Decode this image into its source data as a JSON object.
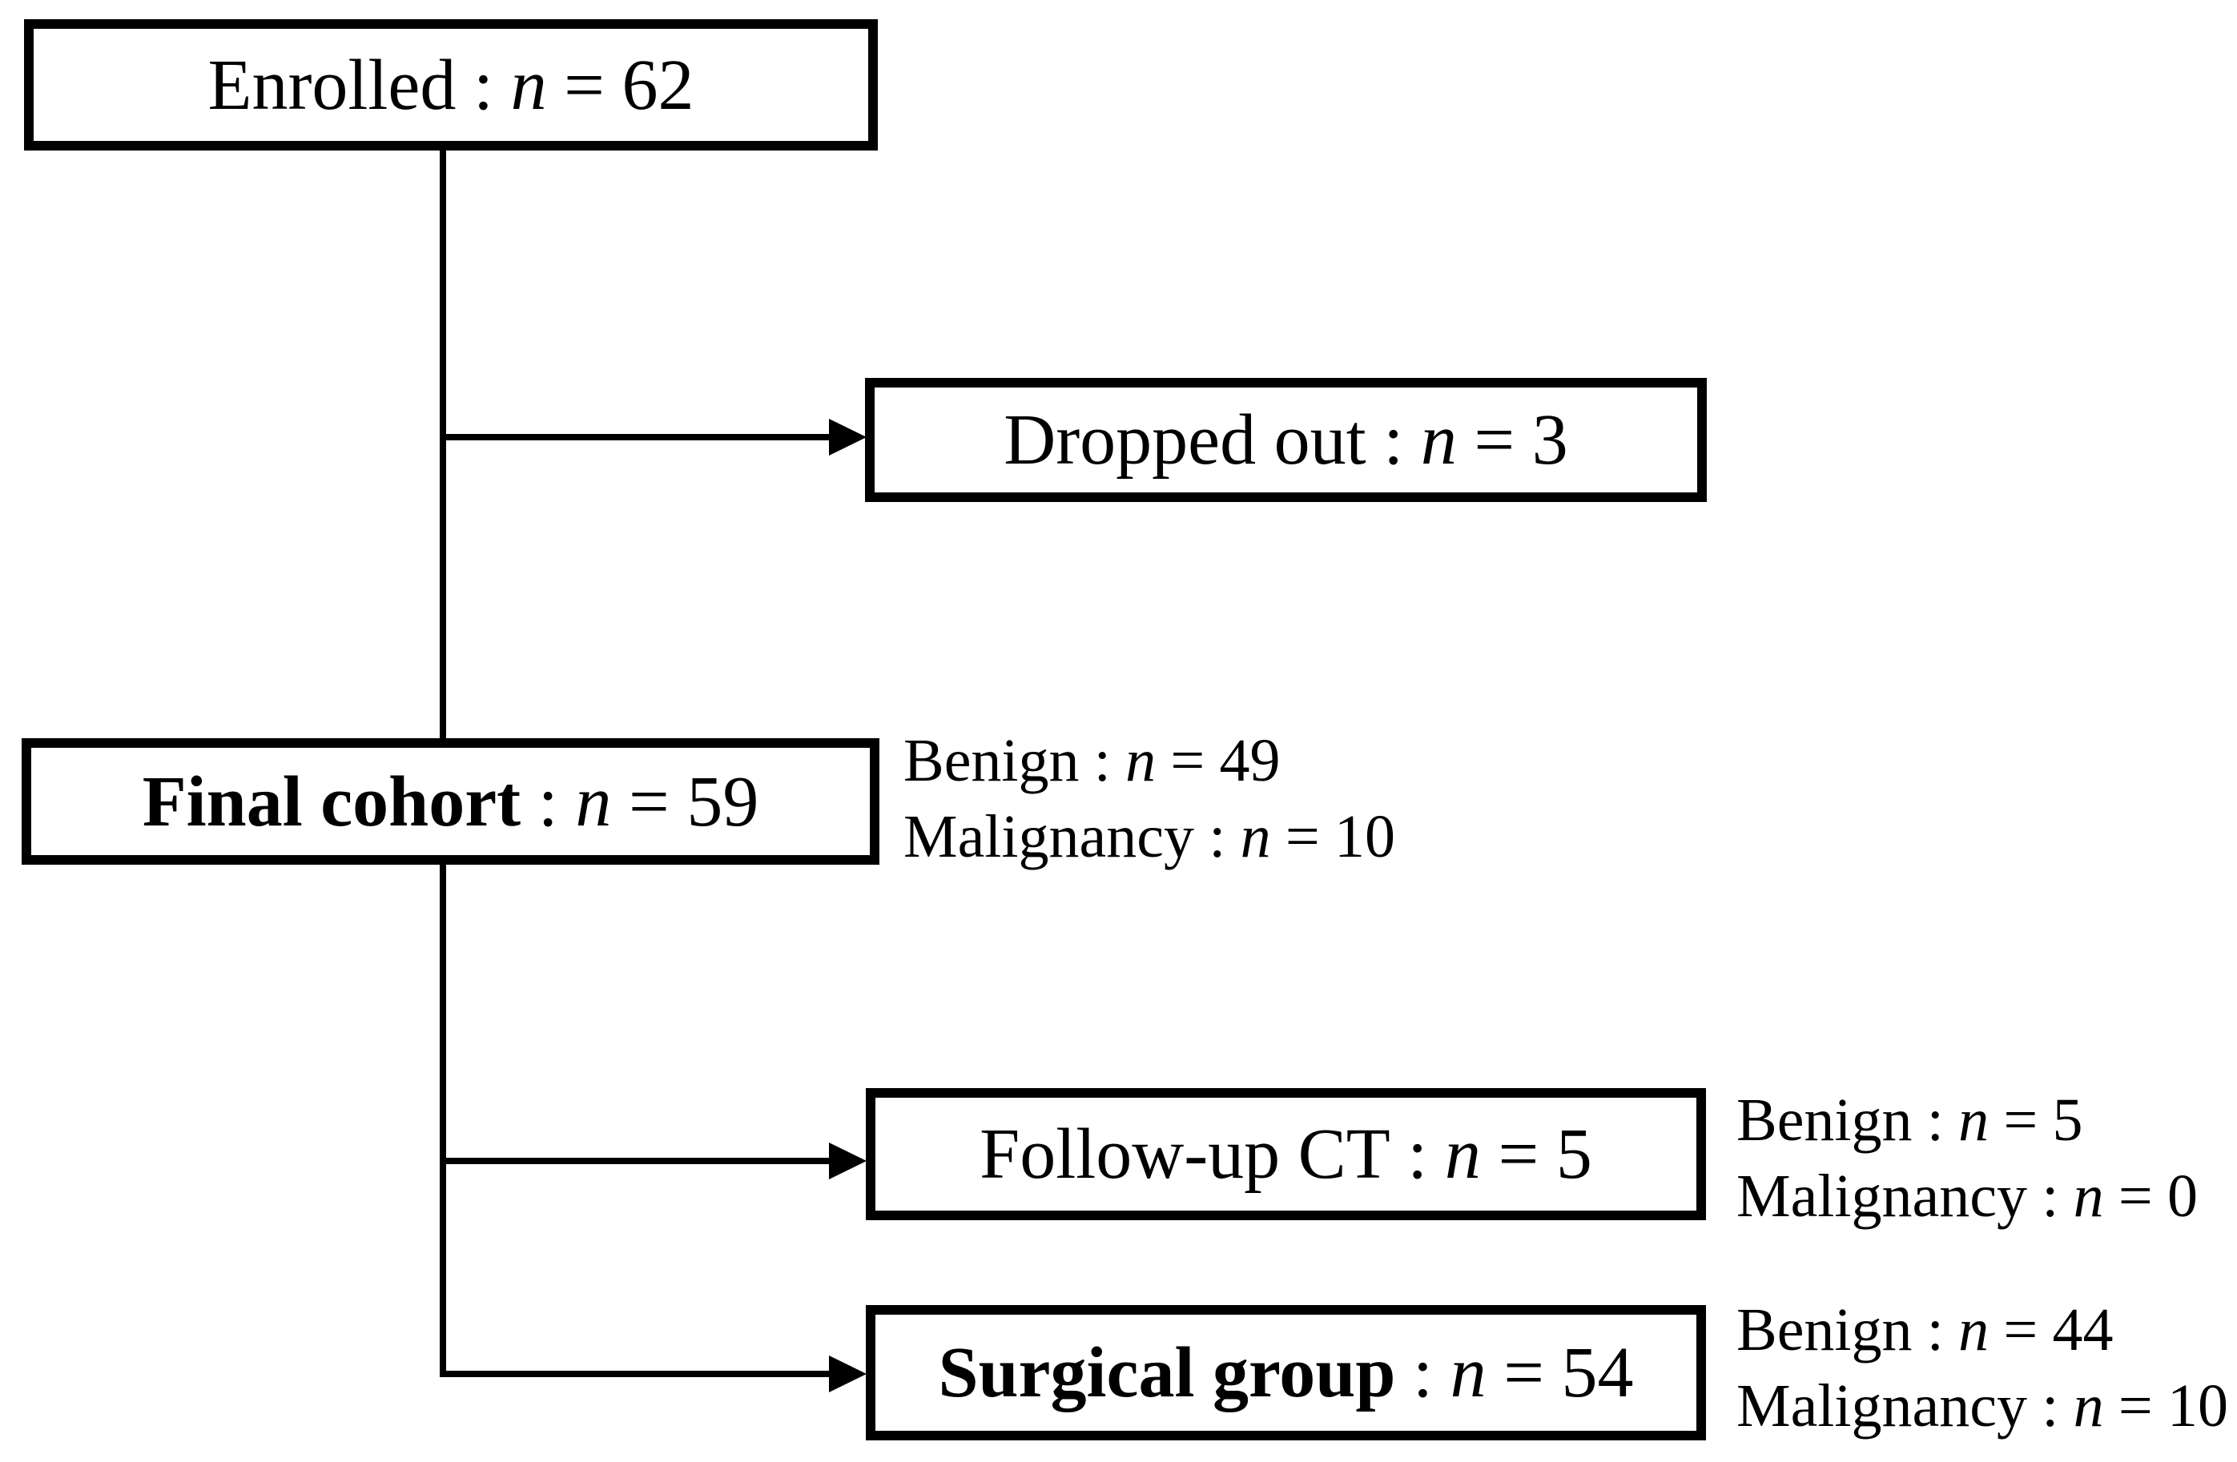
{
  "symbols": {
    "colon": ":",
    "n_var": "n",
    "equals": "="
  },
  "boxes": {
    "enrolled": {
      "label": "Enrolled",
      "value": "62"
    },
    "dropped_out": {
      "label": "Dropped out",
      "value": "3"
    },
    "final_cohort": {
      "label": "Final cohort",
      "value": "59"
    },
    "follow_up_ct": {
      "label": "Follow-up CT",
      "value": "5"
    },
    "surgical_group": {
      "label": "Surgical group",
      "value": "54"
    }
  },
  "annotations": {
    "final_cohort": [
      {
        "label": "Benign",
        "value": "49"
      },
      {
        "label": "Malignancy",
        "value": "10"
      }
    ],
    "follow_up_ct": [
      {
        "label": "Benign",
        "value": "5"
      },
      {
        "label": "Malignancy",
        "value": "0"
      }
    ],
    "surgical_group": [
      {
        "label": "Benign",
        "value": "44"
      },
      {
        "label": "Malignancy",
        "value": "10"
      }
    ]
  },
  "colors": {
    "line": "#000000",
    "text": "#000000",
    "background": "#ffffff"
  }
}
